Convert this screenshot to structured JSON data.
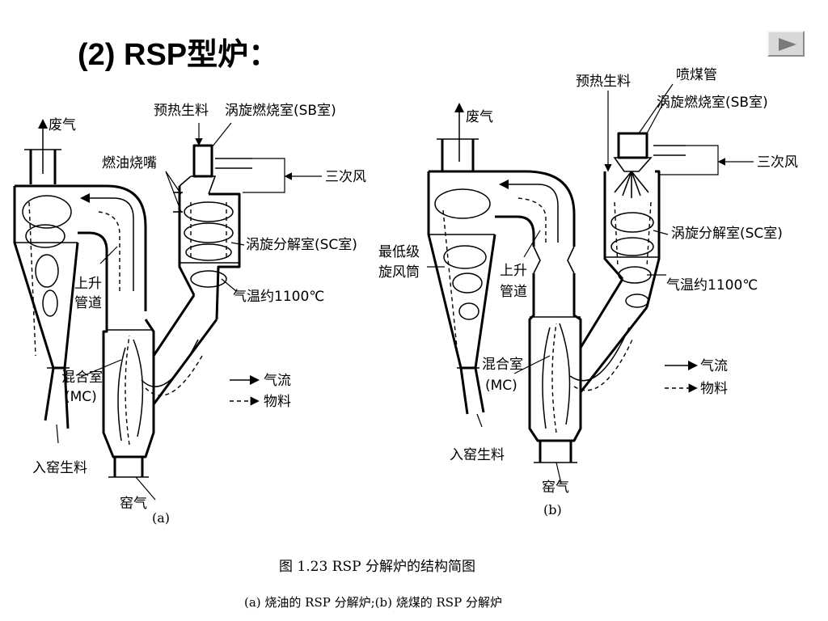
{
  "slide": {
    "title": "(2)  RSP型炉："
  },
  "nav": {
    "next_icon": "play-triangle-icon"
  },
  "diagram_a": {
    "labels": {
      "exhaust": "废气",
      "preheat_raw": "预热生料",
      "sb_room": "涡旋燃烧室(SB室)",
      "oil_burner": "燃油烧嘴",
      "tertiary_air": "三次风",
      "sc_room": "涡旋分解室(SC室)",
      "riser_1": "上升",
      "riser_2": "管道",
      "gas_temp": "气温约1100℃",
      "mix_room_1": "混合室",
      "mix_room_2": "(MC)",
      "legend_gas": "气流",
      "legend_material": "物料",
      "kiln_feed": "入窑生料",
      "kiln_gas": "窑气",
      "sub_label": "(a)"
    }
  },
  "diagram_b": {
    "labels": {
      "preheat_raw": "预热生料",
      "coal_pipe": "喷煤管",
      "exhaust": "废气",
      "sb_room": "涡旋燃烧室(SB室)",
      "tertiary_air": "三次风",
      "sc_room": "涡旋分解室(SC室)",
      "lowest_cyclone_1": "最低级",
      "lowest_cyclone_2": "旋风筒",
      "riser_1": "上升",
      "riser_2": "管道",
      "gas_temp": "气温约1100℃",
      "mix_room_1": "混合室",
      "mix_room_2": "(MC)",
      "legend_gas": "气流",
      "legend_material": "物料",
      "kiln_feed": "入窑生料",
      "kiln_gas": "窑气",
      "sub_label": "(b)"
    }
  },
  "caption": {
    "line1": "图 1.23   RSP 分解炉的结构简图",
    "line2": "(a) 烧油的 RSP 分解炉;(b) 烧煤的 RSP 分解炉"
  }
}
